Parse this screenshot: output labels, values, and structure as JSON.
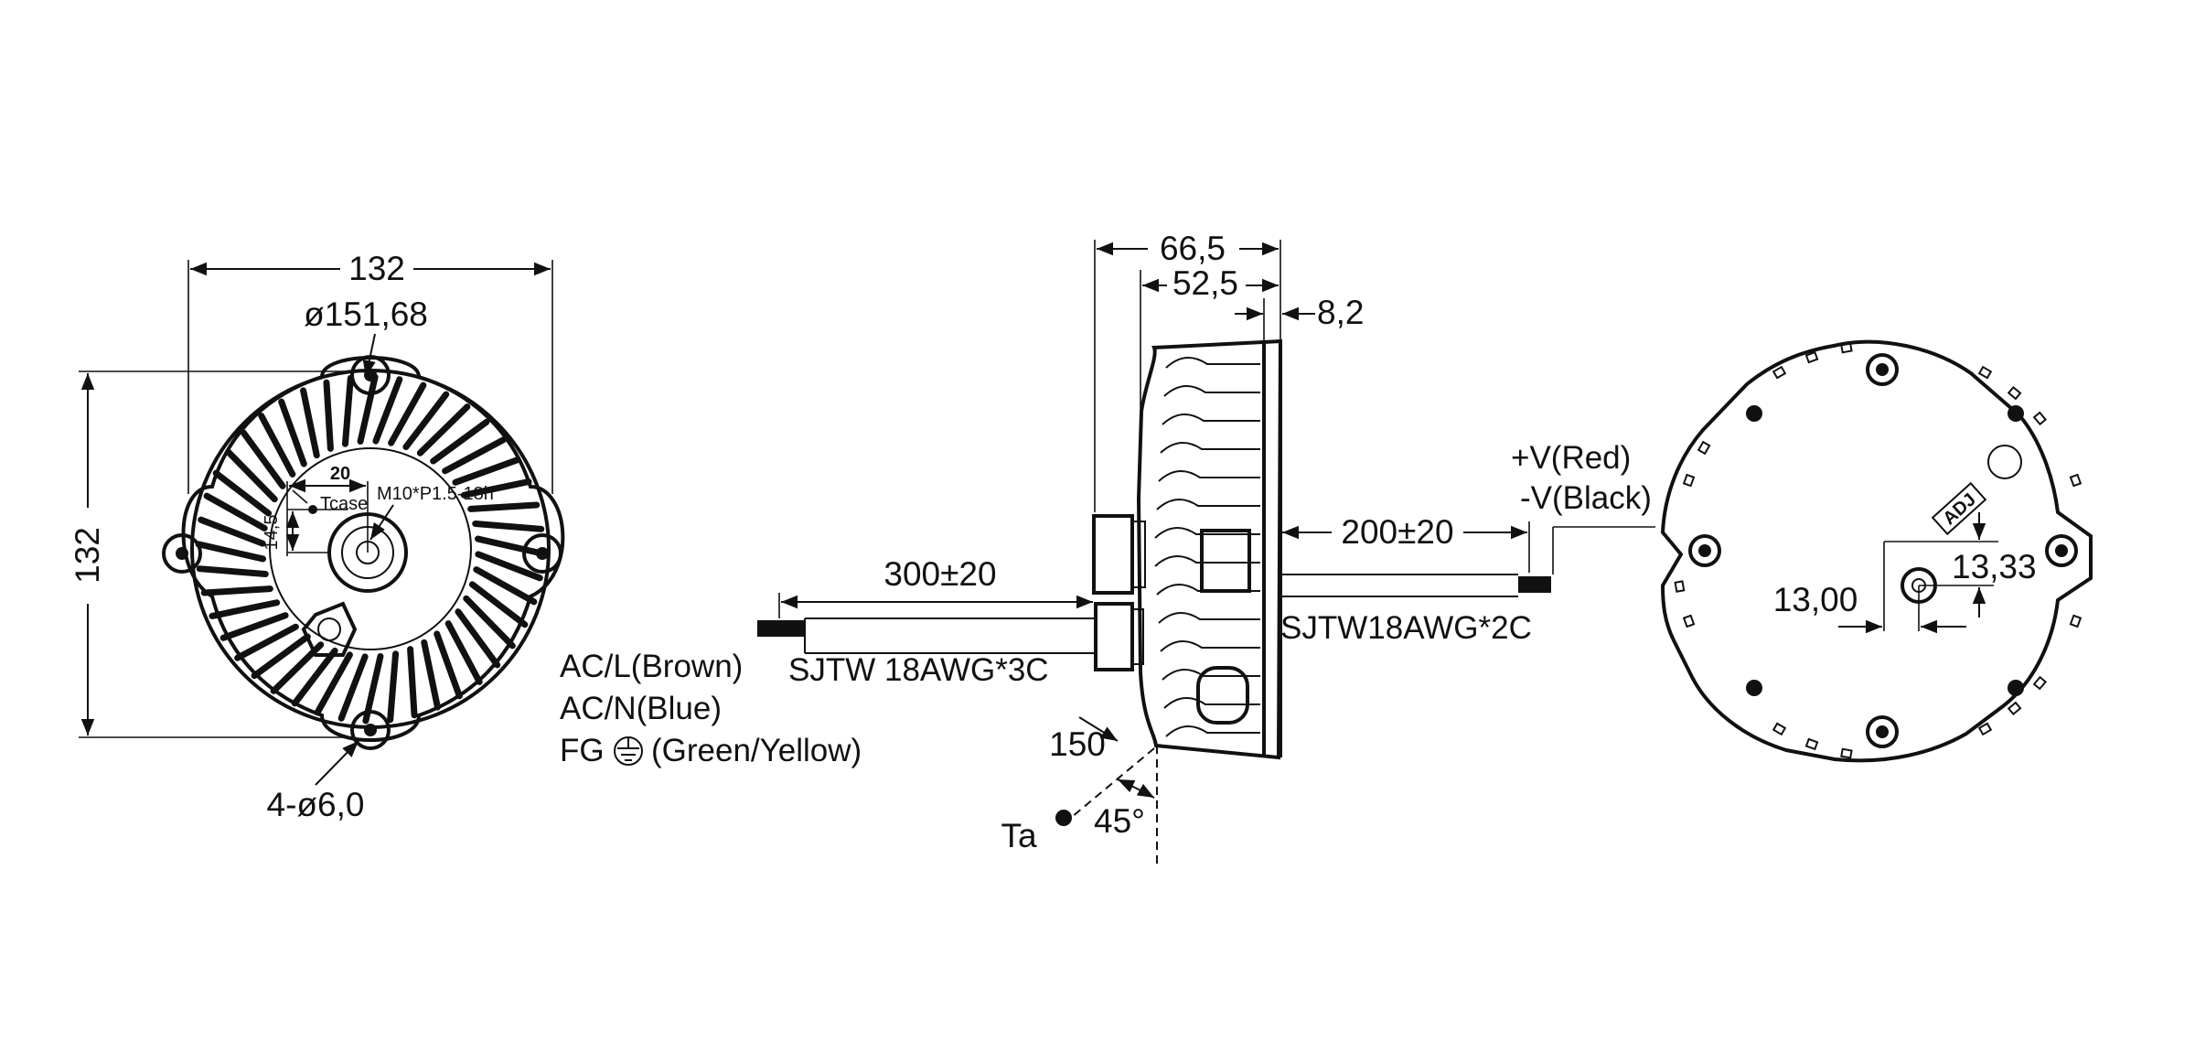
{
  "front_view": {
    "width_dim": "132",
    "height_dim": "132",
    "diameter_dim": "ø151,68",
    "hole_dim": "4-ø6,0",
    "tcase_offset_x": "20",
    "tcase_offset_y": "14,5",
    "tcase_label": "Tcase",
    "thread_label": "M10*P1.5-18h"
  },
  "wiring": {
    "ac_l": "AC/L(Brown)",
    "ac_n": "AC/N(Blue)",
    "fg_prefix": "FG",
    "fg_suffix": "(Green/Yellow)",
    "input_cable": "SJTW 18AWG*3C",
    "input_length": "300±20",
    "output_cable": "SJTW18AWG*2C",
    "output_length": "200±20",
    "v_plus": "+V(Red)",
    "v_minus": "-V(Black)"
  },
  "side_view": {
    "total_depth": "66,5",
    "body_depth": "52,5",
    "flange": "8,2",
    "ta_distance": "150",
    "ta_angle": "45°",
    "ta_label": "Ta"
  },
  "rear_view": {
    "offset_x": "13,00",
    "offset_y": "13,33",
    "adj_label": "ADJ"
  }
}
